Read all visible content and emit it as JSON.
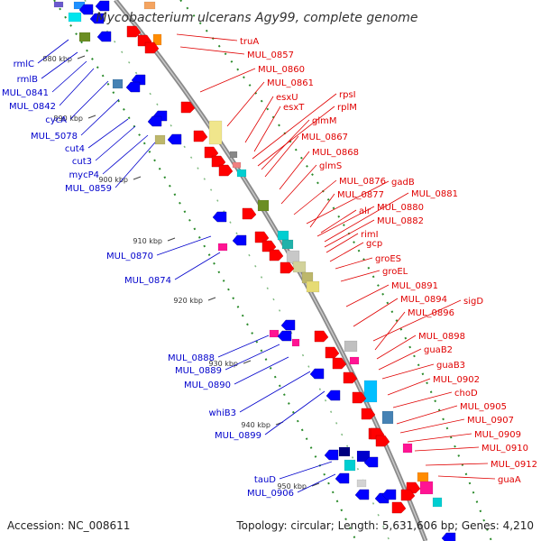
{
  "title": "Mycobacterium ulcerans Agy99, complete genome",
  "footer": {
    "accession": "Accession: NC_008611",
    "topology": "Topology: circular; Length: 5,631,606 bp; Genes: 4,210"
  },
  "colors": {
    "forward_label": "#e00000",
    "reverse_label": "#0000cc",
    "backbone": "#999999",
    "tick": "#1a7a1a"
  },
  "ticks": [
    "880 kbp",
    "890 kbp",
    "900 kbp",
    "910 kbp",
    "920 kbp",
    "930 kbp",
    "940 kbp",
    "950 kbp"
  ],
  "left_labels": [
    "rmlC",
    "rmlB",
    "MUL_0841",
    "MUL_0842",
    "cycA",
    "MUL_5078",
    "cut4",
    "cut3",
    "mycP4",
    "MUL_0859",
    "MUL_0870",
    "MUL_0874",
    "MUL_0888",
    "MUL_0889",
    "MUL_0890",
    "whiB3",
    "MUL_0899",
    "tauD",
    "MUL_0906"
  ],
  "right_labels": [
    "truA",
    "MUL_0857",
    "MUL_0860",
    "MUL_0861",
    "esxU",
    "rpsI",
    "esxT",
    "rplM",
    "glmM",
    "MUL_0867",
    "MUL_0868",
    "glmS",
    "gadB",
    "MUL_0876",
    "MUL_0877",
    "MUL_0881",
    "MUL_0880",
    "alr",
    "MUL_0882",
    "rimI",
    "gcp",
    "groES",
    "groEL",
    "MUL_0891",
    "MUL_0894",
    "sigD",
    "MUL_0896",
    "MUL_0898",
    "guaB2",
    "guaB3",
    "MUL_0902",
    "choD",
    "MUL_0905",
    "MUL_0907",
    "MUL_0909",
    "MUL_0910",
    "MUL_0912",
    "guaA"
  ]
}
